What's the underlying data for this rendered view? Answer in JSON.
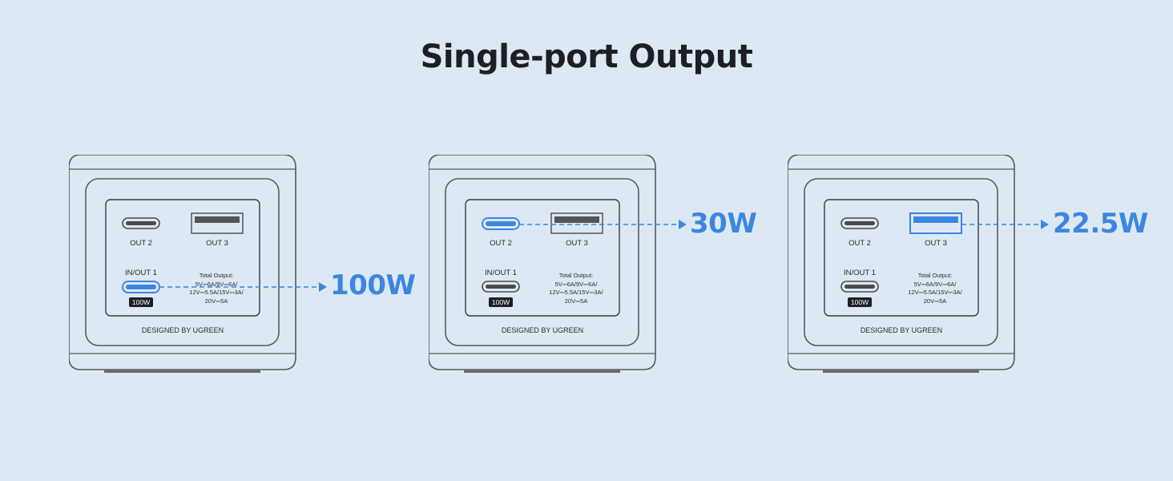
{
  "title": "Single-port Output",
  "accent_color": "#3d86e0",
  "devices": [
    {
      "active_port": "in_out_1",
      "out2": "OUT 2",
      "out3": "OUT 3",
      "inout1": "IN/OUT 1",
      "badge": "100W",
      "spec": [
        "Total Output:",
        "5V⎓6A/9V⎓6A/",
        "12V⎓5.5A/15V⎓3A/",
        "20V⎓5A"
      ],
      "designed": "DESIGNED BY UGREEN",
      "output": "100W"
    },
    {
      "active_port": "out_2",
      "out2": "OUT 2",
      "out3": "OUT 3",
      "inout1": "IN/OUT 1",
      "badge": "100W",
      "spec": [
        "Total Output:",
        "5V⎓6A/9V⎓6A/",
        "12V⎓5.5A/15V⎓3A/",
        "20V⎓5A"
      ],
      "designed": "DESIGNED BY UGREEN",
      "output": "30W"
    },
    {
      "active_port": "out_3",
      "out2": "OUT 2",
      "out3": "OUT 3",
      "inout1": "IN/OUT 1",
      "badge": "100W",
      "spec": [
        "Total Output:",
        "5V⎓6A/9V⎓6A/",
        "12V⎓5.5A/15V⎓3A/",
        "20V⎓5A"
      ],
      "designed": "DESIGNED BY UGREEN",
      "output": "22.5W"
    }
  ]
}
